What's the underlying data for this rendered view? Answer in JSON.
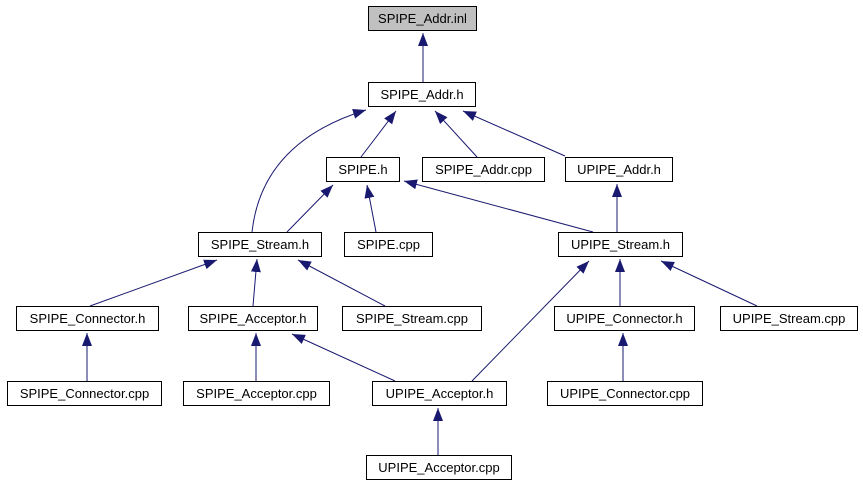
{
  "graph": {
    "kind": "include-dependency-graph",
    "colors": {
      "edge": "#191970",
      "node_fill": "#ffffff",
      "current_fill": "#c0c0c0",
      "node_border": "#000000"
    },
    "nodes": [
      {
        "id": "spipe-addr-inl",
        "label": "SPIPE_Addr.inl",
        "current": true
      },
      {
        "id": "spipe-addr-h",
        "label": "SPIPE_Addr.h",
        "current": false
      },
      {
        "id": "spipe-h",
        "label": "SPIPE.h",
        "current": false
      },
      {
        "id": "spipe-addr-cpp",
        "label": "SPIPE_Addr.cpp",
        "current": false
      },
      {
        "id": "upipe-addr-h",
        "label": "UPIPE_Addr.h",
        "current": false
      },
      {
        "id": "spipe-stream-h",
        "label": "SPIPE_Stream.h",
        "current": false
      },
      {
        "id": "spipe-cpp",
        "label": "SPIPE.cpp",
        "current": false
      },
      {
        "id": "upipe-stream-h",
        "label": "UPIPE_Stream.h",
        "current": false
      },
      {
        "id": "spipe-connector-h",
        "label": "SPIPE_Connector.h",
        "current": false
      },
      {
        "id": "spipe-acceptor-h",
        "label": "SPIPE_Acceptor.h",
        "current": false
      },
      {
        "id": "spipe-stream-cpp",
        "label": "SPIPE_Stream.cpp",
        "current": false
      },
      {
        "id": "upipe-connector-h",
        "label": "UPIPE_Connector.h",
        "current": false
      },
      {
        "id": "upipe-stream-cpp",
        "label": "UPIPE_Stream.cpp",
        "current": false
      },
      {
        "id": "spipe-connector-cpp",
        "label": "SPIPE_Connector.cpp",
        "current": false
      },
      {
        "id": "spipe-acceptor-cpp",
        "label": "SPIPE_Acceptor.cpp",
        "current": false
      },
      {
        "id": "upipe-acceptor-h",
        "label": "UPIPE_Acceptor.h",
        "current": false
      },
      {
        "id": "upipe-connector-cpp",
        "label": "UPIPE_Connector.cpp",
        "current": false
      },
      {
        "id": "upipe-acceptor-cpp",
        "label": "UPIPE_Acceptor.cpp",
        "current": false
      }
    ],
    "edges": [
      {
        "from": "SPIPE_Addr.h",
        "to": "SPIPE_Addr.inl"
      },
      {
        "from": "SPIPE_Stream.h",
        "to": "SPIPE_Addr.h"
      },
      {
        "from": "SPIPE.h",
        "to": "SPIPE_Addr.h"
      },
      {
        "from": "SPIPE_Addr.cpp",
        "to": "SPIPE_Addr.h"
      },
      {
        "from": "UPIPE_Addr.h",
        "to": "SPIPE_Addr.h"
      },
      {
        "from": "SPIPE_Stream.h",
        "to": "SPIPE.h"
      },
      {
        "from": "SPIPE.cpp",
        "to": "SPIPE.h"
      },
      {
        "from": "UPIPE_Stream.h",
        "to": "SPIPE.h"
      },
      {
        "from": "UPIPE_Stream.h",
        "to": "UPIPE_Addr.h"
      },
      {
        "from": "SPIPE_Connector.h",
        "to": "SPIPE_Stream.h"
      },
      {
        "from": "SPIPE_Acceptor.h",
        "to": "SPIPE_Stream.h"
      },
      {
        "from": "SPIPE_Stream.cpp",
        "to": "SPIPE_Stream.h"
      },
      {
        "from": "UPIPE_Connector.h",
        "to": "UPIPE_Stream.h"
      },
      {
        "from": "UPIPE_Acceptor.h",
        "to": "UPIPE_Stream.h"
      },
      {
        "from": "UPIPE_Stream.cpp",
        "to": "UPIPE_Stream.h"
      },
      {
        "from": "SPIPE_Connector.cpp",
        "to": "SPIPE_Connector.h"
      },
      {
        "from": "SPIPE_Acceptor.cpp",
        "to": "SPIPE_Acceptor.h"
      },
      {
        "from": "UPIPE_Acceptor.h",
        "to": "SPIPE_Acceptor.h"
      },
      {
        "from": "UPIPE_Connector.cpp",
        "to": "UPIPE_Connector.h"
      },
      {
        "from": "UPIPE_Acceptor.cpp",
        "to": "UPIPE_Acceptor.h"
      }
    ]
  }
}
